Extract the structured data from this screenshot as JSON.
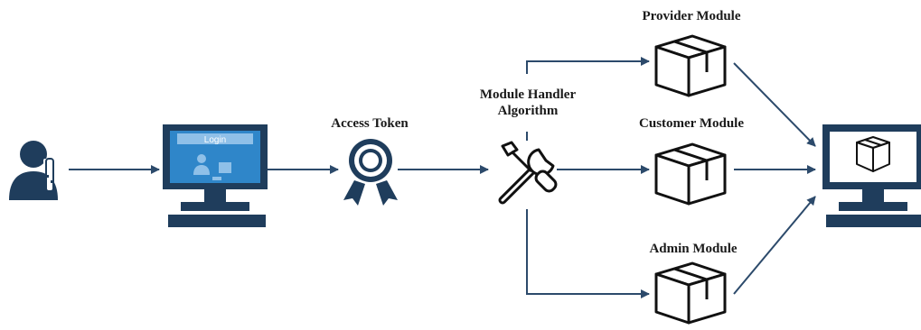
{
  "diagram": {
    "labels": {
      "access_token": "Access Token",
      "module_handler_line1": "Module Handler",
      "module_handler_line2": "Algorithm",
      "provider_module": "Provider Module",
      "customer_module": "Customer Module",
      "admin_module": "Admin Module"
    },
    "login_screen_text": "Login",
    "colors": {
      "navy": "#1f3d5c",
      "arrow": "#2c4a6b",
      "screen_blue": "#2f86c9",
      "screen_light": "#8fc0e8",
      "black": "#111111"
    },
    "icons": {
      "user": "user-with-key-icon",
      "login_monitor": "login-monitor-icon",
      "token": "award-ribbon-icon",
      "handler": "wrench-screwdriver-icon",
      "module": "package-box-icon",
      "result_monitor": "monitor-with-box-icon"
    }
  }
}
